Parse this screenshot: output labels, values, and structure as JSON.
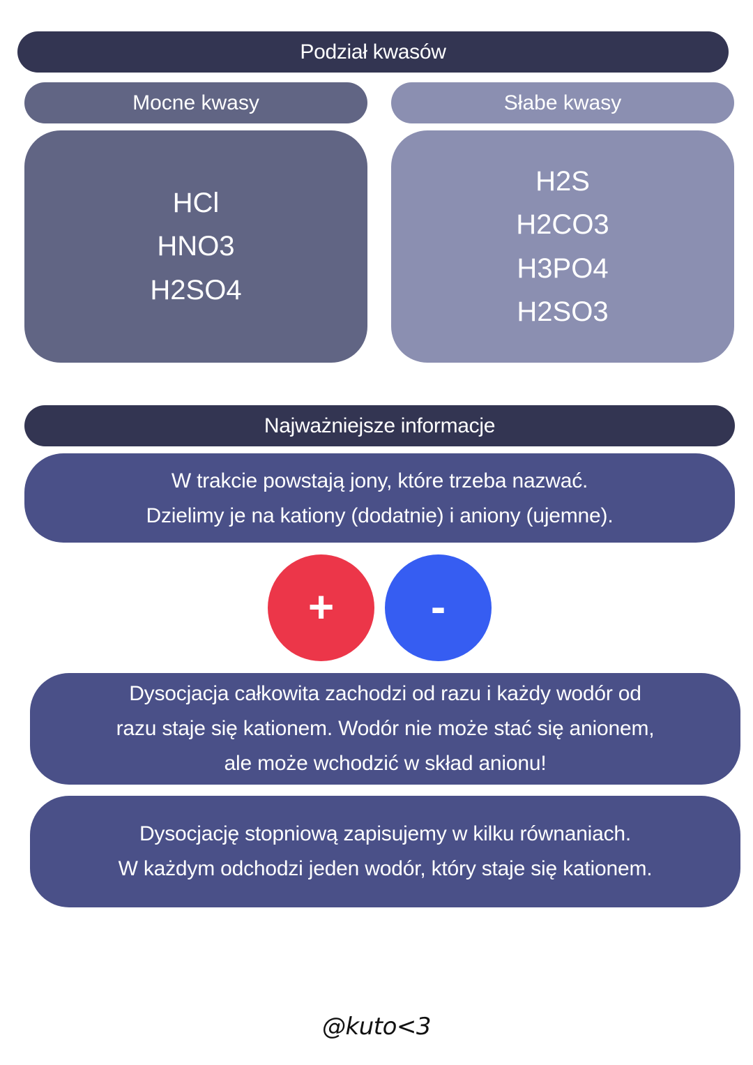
{
  "acid_classification": {
    "title": "Podział kwasów",
    "strong": {
      "label": "Mocne kwasy",
      "color": "#616584",
      "acids": [
        "HCl",
        "HNO3",
        "H2SO4"
      ]
    },
    "weak": {
      "label": "Słabe kwasy",
      "color": "#8b8fb1",
      "acids": [
        "H2S",
        "H2CO3",
        "H3PO4",
        "H2SO3"
      ]
    }
  },
  "key_info": {
    "title": "Najważniejsze informacje",
    "ions_note": {
      "lines": [
        "W trakcie powstają jony, które trzeba nazwać.",
        "Dzielimy je na kationy (dodatnie) i aniony (ujemne)."
      ]
    },
    "ion_symbols": {
      "cation": {
        "icon": "plus-icon",
        "glyph": "+",
        "color": "#ec3649"
      },
      "anion": {
        "icon": "minus-icon",
        "glyph": "-",
        "color": "#365df2"
      }
    },
    "full_dissociation": {
      "lines": [
        "Dysocjacja całkowita zachodzi od razu i każdy wodór od",
        "razu staje się kationem. Wodór nie może stać się anionem,",
        "ale może wchodzić w skład anionu!"
      ]
    },
    "stepwise_dissociation": {
      "lines": [
        "Dysocjację stopniową zapisujemy w kilku równaniach.",
        "W każdym odchodzi jeden wodór, który staje się kationem."
      ]
    }
  },
  "colors": {
    "banner": "#333552",
    "info_box": "#4a5088"
  },
  "signature": "@kuto<3"
}
